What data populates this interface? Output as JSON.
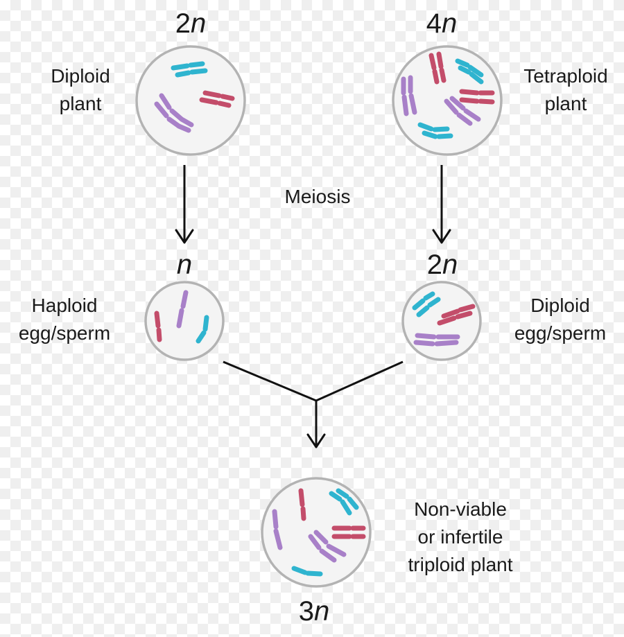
{
  "colors": {
    "cyan": "#2fb4cf",
    "red": "#c34d6a",
    "purple": "#a880c8",
    "arrow": "#111111",
    "cell_stroke": "#b3b3b3",
    "cell_fill": "#f4f4f4"
  },
  "diploid_plant": {
    "ploidy_num": "2",
    "ploidy_n": "n",
    "label_lines": [
      "Diploid",
      "plant"
    ]
  },
  "tetraploid_plant": {
    "ploidy_num": "4",
    "ploidy_n": "n",
    "label_lines": [
      "Tetraploid",
      "plant"
    ]
  },
  "process_label": "Meiosis",
  "haploid_gamete": {
    "ploidy_num": "",
    "ploidy_n": "n",
    "label_lines": [
      "Haploid",
      "egg/sperm"
    ]
  },
  "diploid_gamete": {
    "ploidy_num": "2",
    "ploidy_n": "n",
    "label_lines": [
      "Diploid",
      "egg/sperm"
    ]
  },
  "triploid_plant": {
    "ploidy_num": "3",
    "ploidy_n": "n",
    "label_lines": [
      "Non-viable",
      "or infertile",
      "triploid plant"
    ]
  }
}
